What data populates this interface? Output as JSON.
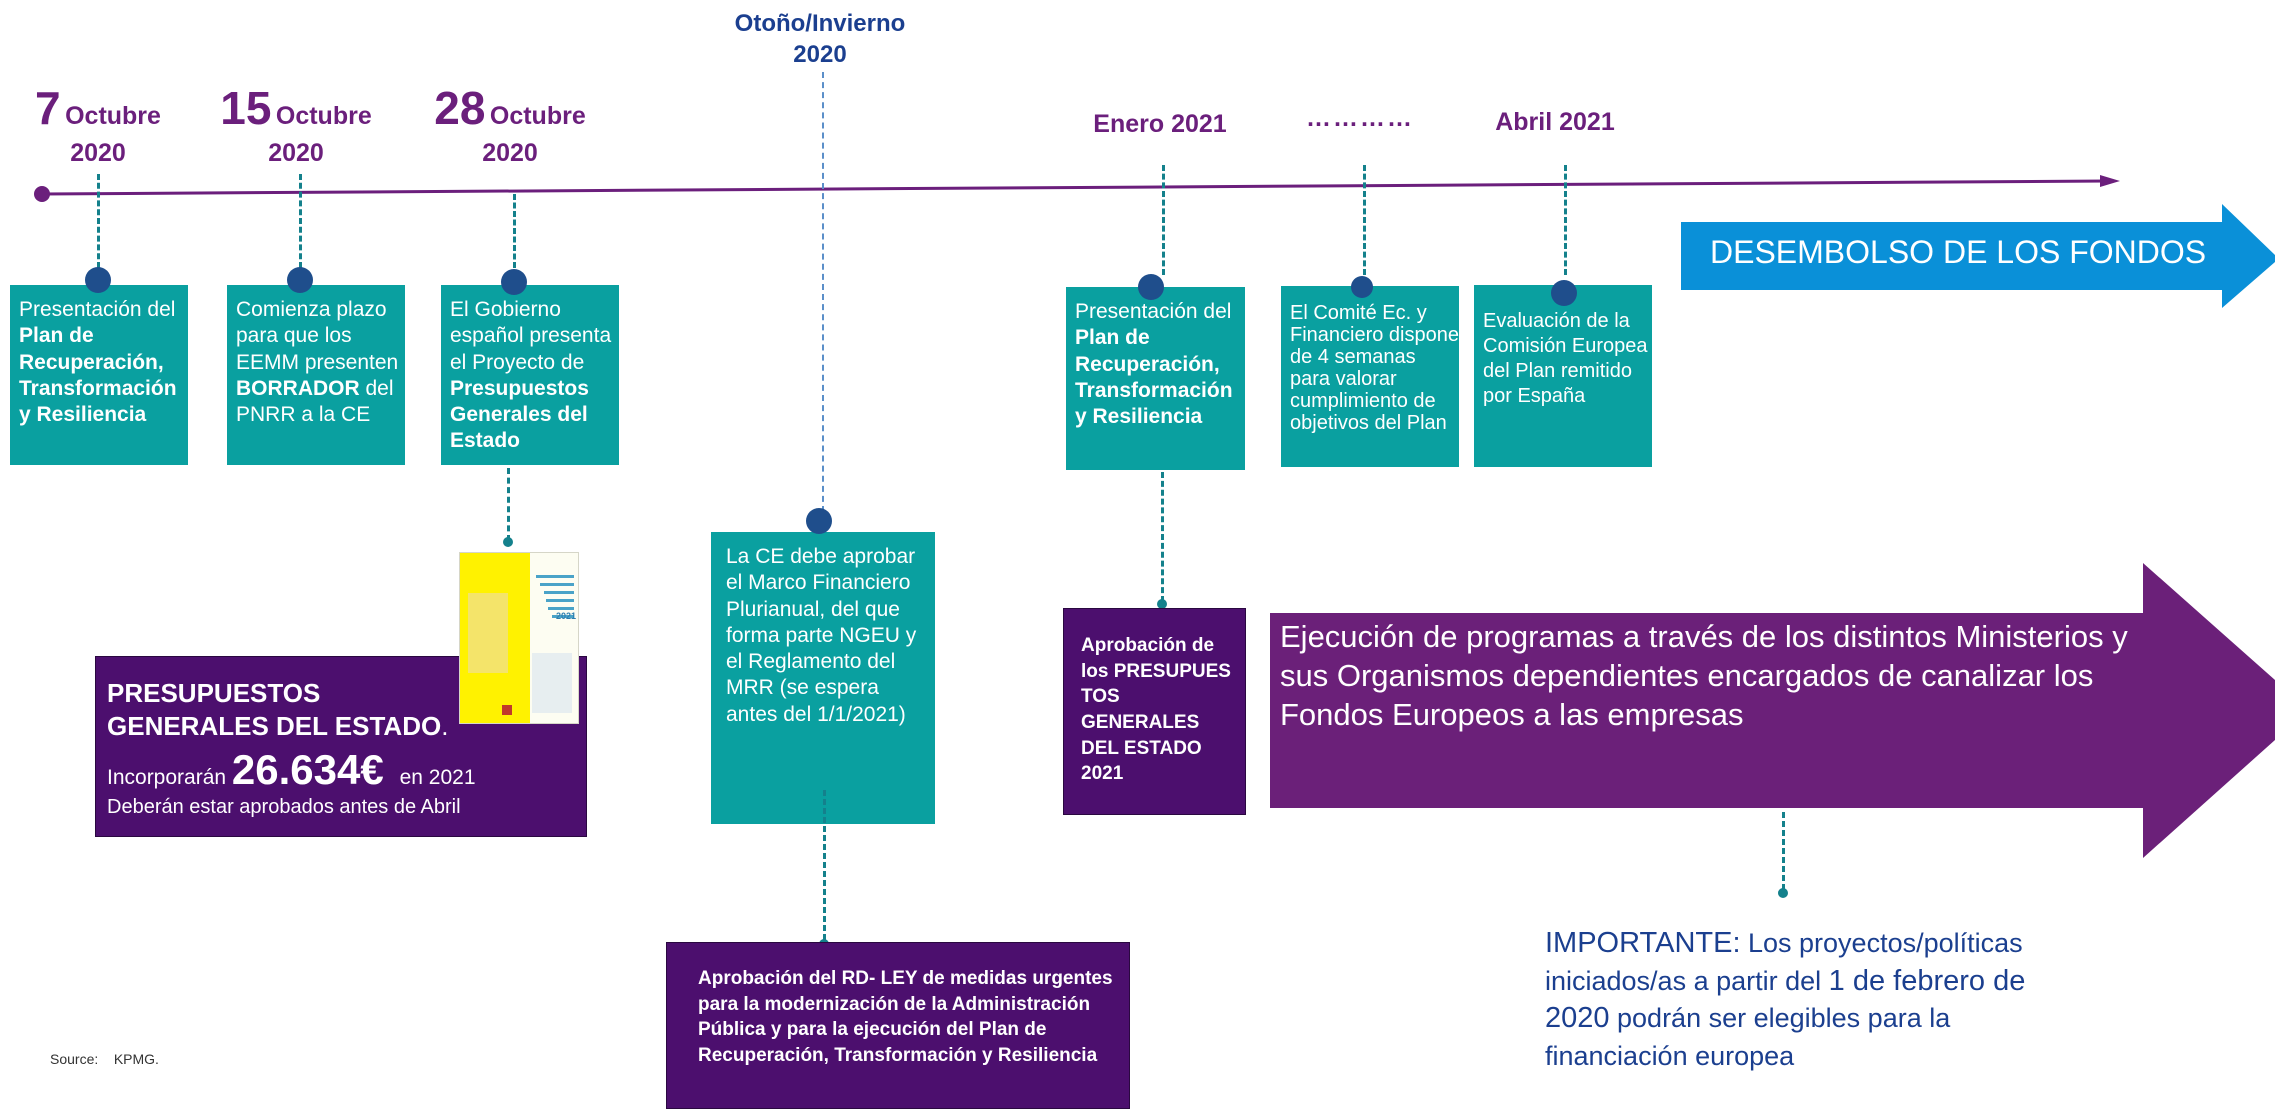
{
  "timeline": {
    "dates": [
      {
        "day": "7",
        "month": "Octubre",
        "year": "2020"
      },
      {
        "day": "15",
        "month": "Octubre",
        "year": "2020"
      },
      {
        "day": "28",
        "month": "Octubre",
        "year": "2020"
      }
    ],
    "autumn": {
      "line1": "Otoño/Invierno",
      "line2": "2020"
    },
    "january": "Enero 2021",
    "dots_label": "…………",
    "april": "Abril 2021"
  },
  "boxes": {
    "b1": {
      "pre": "Presentación del ",
      "bold": "Plan de Recuperación, Transformación y Resiliencia"
    },
    "b2": {
      "pre": "Comienza plazo para que los EEMM presenten ",
      "bold": "BORRADOR",
      "post": " del PNRR a la CE"
    },
    "b3": {
      "pre": "El Gobierno español presenta el Proyecto de ",
      "bold": "Presupuestos Generales del Estado"
    },
    "b4": {
      "text": "La CE debe aprobar el Marco Financiero Plurianual, del que forma parte NGEU y el Reglamento del MRR (se espera antes del 1/1/2021)"
    },
    "b5": {
      "pre": "Presentación del ",
      "bold": "Plan de Recuperación, Transformación y Resiliencia"
    },
    "b6": {
      "text": "El Comité Ec. y Financiero dispone de 4 semanas para valorar cumplimiento de objetivos del Plan"
    },
    "b7": {
      "text": "Evaluación de la Comisión Europea del Plan remitido por España"
    }
  },
  "pge": {
    "title": "PRESUPUESTOS GENERALES DEL ESTADO",
    "title_dot": ".",
    "incorp": "Incorporarán",
    "amount": "26.634€",
    "year": "en 2021",
    "note": "Deberán estar aprobados antes de Abril"
  },
  "aprobacion_pge": "Aprobación de los PRESUPUES TOS GENERALES DEL ESTADO 2021",
  "rdley": "Aprobación del RD- LEY de medidas urgentes para la modernización de la Administración Pública y para la ejecución del Plan de Recuperación, Transformación y Resiliencia",
  "desembolso": "DESEMBOLSO DE LOS FONDOS",
  "ejecucion": "Ejecución de programas a través de los distintos Ministerios y sus Organismos dependientes encargados de canalizar los Fondos Europeos a las empresas",
  "importante": {
    "label": "IMPORTANTE:",
    "text1": " Los proyectos/políticas iniciados/as a partir del ",
    "highlight": "1 de febrero de 2020",
    "text2": " podrán ser elegibles para la financiación europea"
  },
  "source": {
    "label": "Source:",
    "value": "KPMG."
  },
  "thumbnail": {
    "year": "2021"
  },
  "colors": {
    "purple": "#6b1f7c",
    "dark_purple": "#4c0f6e",
    "teal": "#0aa0a0",
    "blue_arrow": "#0a90d8",
    "dot_blue": "#1f4e8c"
  }
}
